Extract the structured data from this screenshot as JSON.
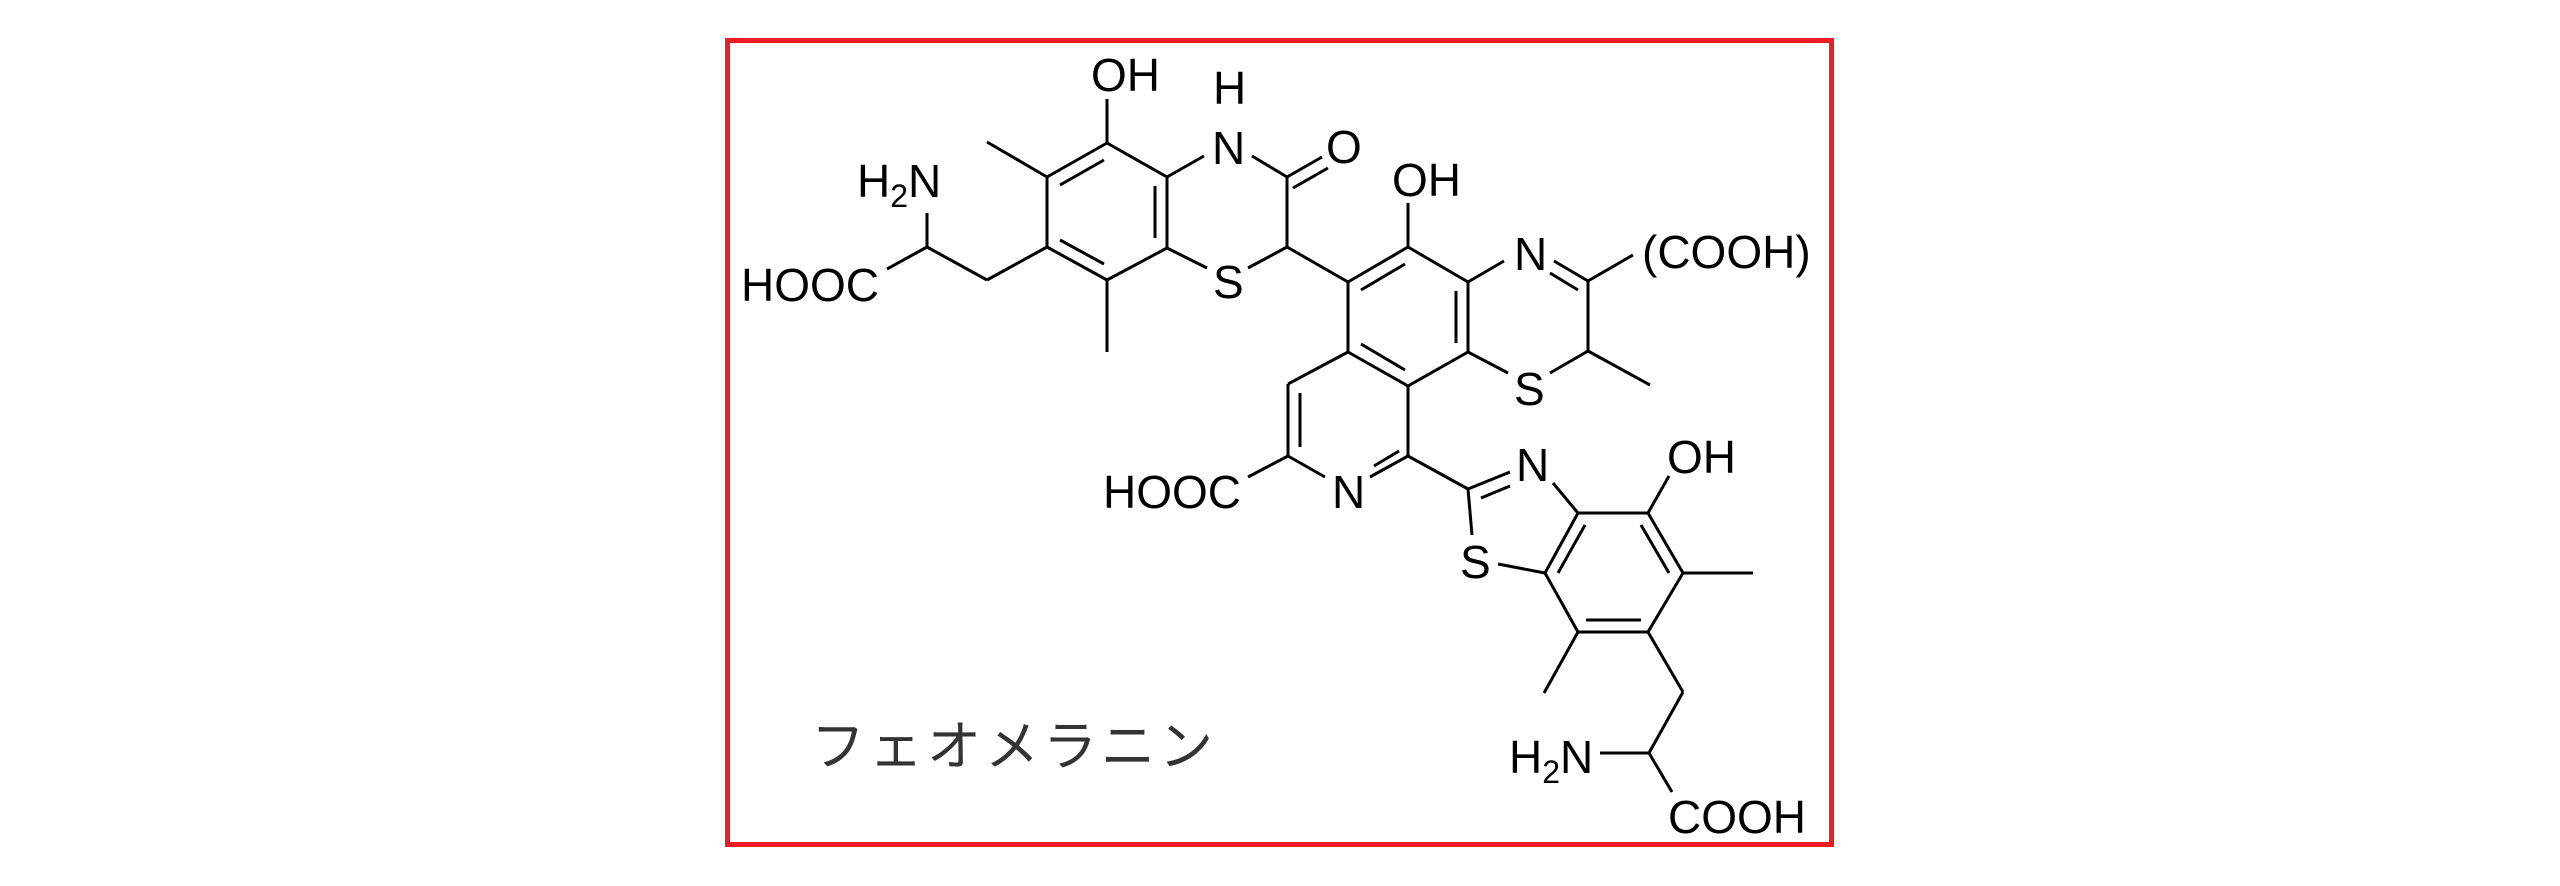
{
  "figure": {
    "title": "フェオメラニン",
    "frame_color": "#ee1c25",
    "text_color": "#000000",
    "caption_color": "#333333"
  },
  "structure": {
    "ring1": {
      "oh": "OH",
      "nh_h": "H",
      "nh_n": "N",
      "carbonyl_o": "O",
      "s": "S"
    },
    "left_side_chain": {
      "amine_h": "H",
      "amine_sub": "2",
      "amine_n": "N",
      "acid": "HOOC"
    },
    "central_ring": {
      "oh": "OH"
    },
    "right_thiazine": {
      "n": "N",
      "s": "S",
      "acid": "(COOH)"
    },
    "pyridine": {
      "n": "N",
      "acid": "HOOC"
    },
    "benzothiazole": {
      "n": "N",
      "s": "S",
      "oh": "OH"
    },
    "bottom_side_chain": {
      "amine_h": "H",
      "amine_sub": "2",
      "amine_n": "N",
      "acid": "COOH"
    }
  }
}
